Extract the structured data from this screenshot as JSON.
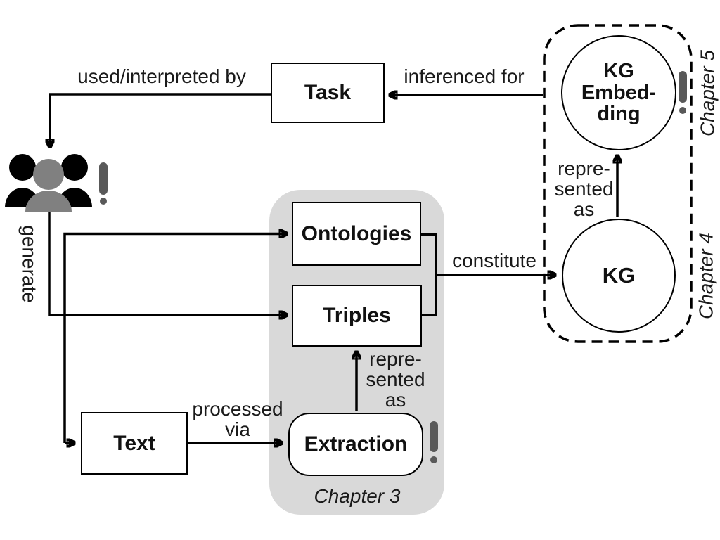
{
  "diagram": {
    "nodes": {
      "task": "Task",
      "ontologies": "Ontologies",
      "triples": "Triples",
      "text": "Text",
      "extraction": "Extraction",
      "kg": "KG",
      "kg_embedding": "KG\nEmbed-\nding"
    },
    "edge_labels": {
      "used_interpreted_by": "used/interpreted by",
      "inferenced_for": "inferenced for",
      "generate": "generate",
      "processed_via": "processed via",
      "represented_as_extraction": "repre-\nsented\nas",
      "represented_as_kg": "repre-\nsented\nas",
      "constitute": "constitute"
    },
    "chapter_labels": {
      "chapter_3": "Chapter 3",
      "chapter_4": "Chapter 4",
      "chapter_5": "Chapter 5"
    },
    "icons": {
      "users": "users-icon",
      "exclamation": "exclamation-icon"
    },
    "colors": {
      "line": "#000000",
      "chapter3_container_fill": "#d9d9d9",
      "person_center": "#808080",
      "person_sides": "#000000",
      "exclamation": "#595959",
      "background": "#ffffff"
    }
  }
}
